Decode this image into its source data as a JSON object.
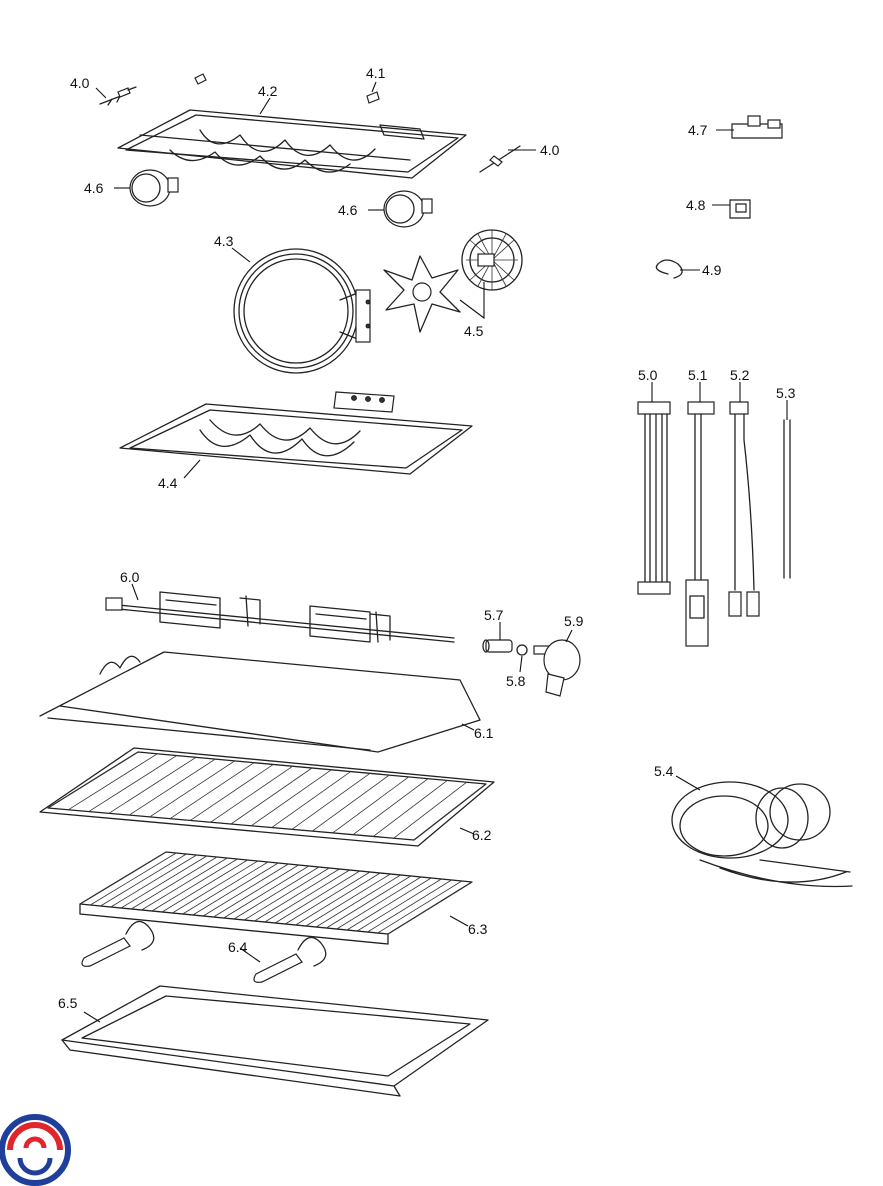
{
  "labels": {
    "l40a": "4.0",
    "l41": "4.1",
    "l42": "4.2",
    "l40b": "4.0",
    "l46a": "4.6",
    "l46b": "4.6",
    "l43": "4.3",
    "l45": "4.5",
    "l44": "4.4",
    "l47": "4.7",
    "l48": "4.8",
    "l49": "4.9",
    "l50": "5.0",
    "l51": "5.1",
    "l52": "5.2",
    "l53": "5.3",
    "l54": "5.4",
    "l57": "5.7",
    "l58": "5.8",
    "l59": "5.9",
    "l60": "6.0",
    "l61": "6.1",
    "l62": "6.2",
    "l63": "6.3",
    "l64": "6.4",
    "l65": "6.5"
  },
  "colors": {
    "line": "#222222",
    "logo_blue": "#1f3f9a",
    "logo_red": "#e0252b"
  },
  "logo_icon": "brand-swirl-logo"
}
